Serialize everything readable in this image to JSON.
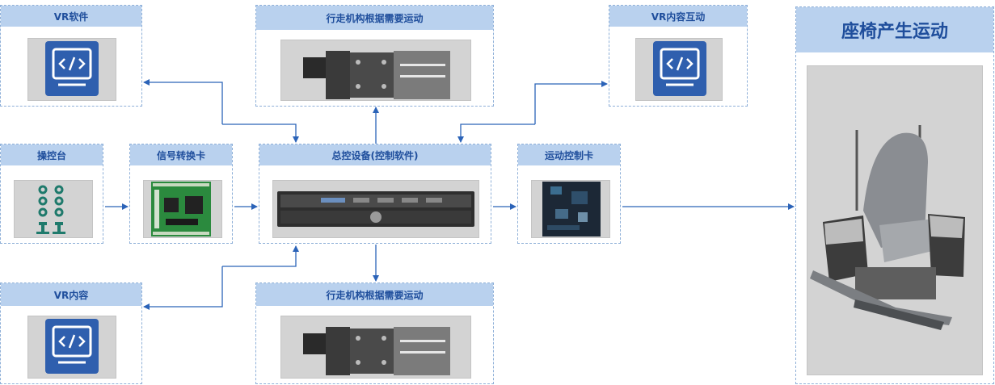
{
  "nodes": {
    "vr_software": {
      "title": "VR软件",
      "icon": "code-monitor-icon"
    },
    "actuator_top": {
      "title": "行走机构根据需要运动",
      "icon": "linear-actuator-image"
    },
    "vr_interaction": {
      "title": "VR内容互动",
      "icon": "code-monitor-icon"
    },
    "seat_motion": {
      "title": "座椅产生运动",
      "icon": "motion-seat-image"
    },
    "console": {
      "title": "操控台",
      "icon": "button-panel-image"
    },
    "signal_card": {
      "title": "信号转换卡",
      "icon": "circuit-board-image"
    },
    "master_control": {
      "title": "总控设备(控制软件)",
      "icon": "rack-server-image"
    },
    "motion_card": {
      "title": "运动控制卡",
      "icon": "pcb-layout-image"
    },
    "vr_content": {
      "title": "VR内容",
      "icon": "code-monitor-icon"
    },
    "actuator_bottom": {
      "title": "行走机构根据需要运动",
      "icon": "linear-actuator-image"
    }
  },
  "colors": {
    "header_bg": "#b9d1ee",
    "header_text": "#1f4e9c",
    "arrow": "#2b63b8",
    "border": "#8fb0d8",
    "image_bg": "#d3d3d3",
    "icon_bg": "#2f5fae"
  }
}
